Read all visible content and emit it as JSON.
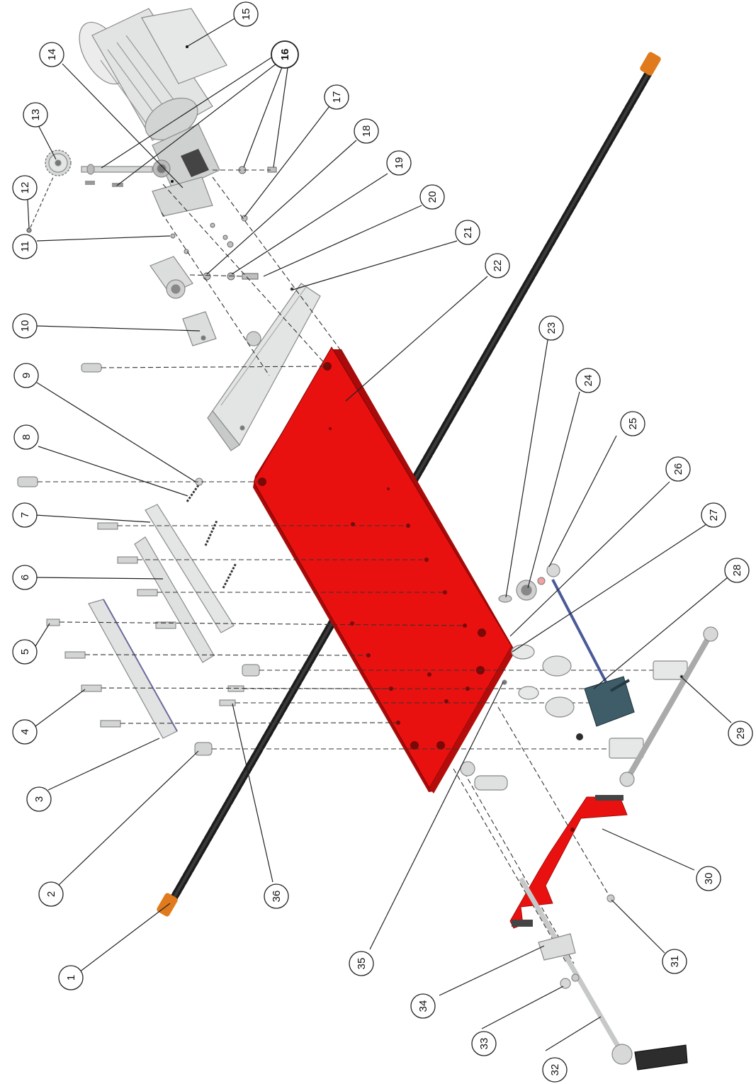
{
  "colors": {
    "plate": "#e8110f",
    "plate_dark": "#a80b09",
    "chain": "#1c1c1c",
    "chain_end": "#e07a1c",
    "part_light": "#dadcdc",
    "part_stroke": "#8a8a8a",
    "switch": "#3f5d68"
  },
  "callouts": {
    "c1": "1",
    "c2": "2",
    "c3": "3",
    "c4": "4",
    "c5": "5",
    "c6": "6",
    "c7": "7",
    "c8": "8",
    "c9": "9",
    "c10": "10",
    "c11": "11",
    "c12": "12",
    "c13": "13",
    "c14": "14",
    "c15": "15",
    "c16": "16",
    "c17": "17",
    "c18": "18",
    "c19": "19",
    "c20": "20",
    "c21": "21",
    "c22": "22",
    "c23": "23",
    "c24": "24",
    "c25": "25",
    "c26": "26",
    "c27": "27",
    "c28": "28",
    "c29": "29",
    "c30": "30",
    "c31": "31",
    "c32": "32",
    "c33": "33",
    "c34": "34",
    "c35": "35",
    "c36": "36"
  }
}
